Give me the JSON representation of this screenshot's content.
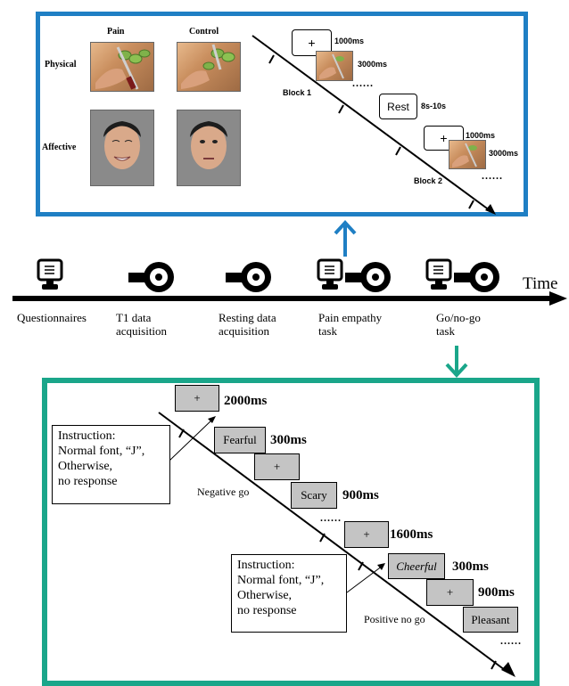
{
  "top_panel": {
    "col_pain": "Pain",
    "col_control": "Control",
    "row_physical": "Physical",
    "row_affective": "Affective",
    "fixation": "+",
    "t_1000": "1000ms",
    "t_3000": "3000ms",
    "dots": "......",
    "rest": "Rest",
    "rest_time": "8s-10s",
    "block1": "Block 1",
    "block2": "Block 2",
    "accent": "#1f7fc4"
  },
  "timeline": {
    "axis_label": "Time",
    "steps": [
      "Questionnaires",
      "T1 data acquisition",
      "Resting data acquisition",
      "Pain empathy task",
      "Go/no-go task"
    ],
    "step1_a": "T1 data",
    "step1_b": "acquisition",
    "step2_a": "Resting data",
    "step2_b": "acquisition",
    "step3_a": "Pain empathy",
    "step3_b": "task",
    "step4_a": "Go/no-go",
    "step4_b": "task"
  },
  "bottom_panel": {
    "accent": "#1aa68a",
    "fixation": "+",
    "t_2000": "2000ms",
    "t_300": "300ms",
    "t_900": "900ms",
    "t_1600": "1600ms",
    "word_fearful": "Fearful",
    "word_scary": "Scary",
    "word_cheerful": "Cheerful",
    "word_pleasant": "Pleasant",
    "negative_go": "Negative go",
    "positive_nogo": "Positive no go",
    "dots": "......",
    "instruction": {
      "l1": "Instruction:",
      "l2": "Normal font, “J”,",
      "l3": "Otherwise,",
      "l4": "no response"
    }
  }
}
